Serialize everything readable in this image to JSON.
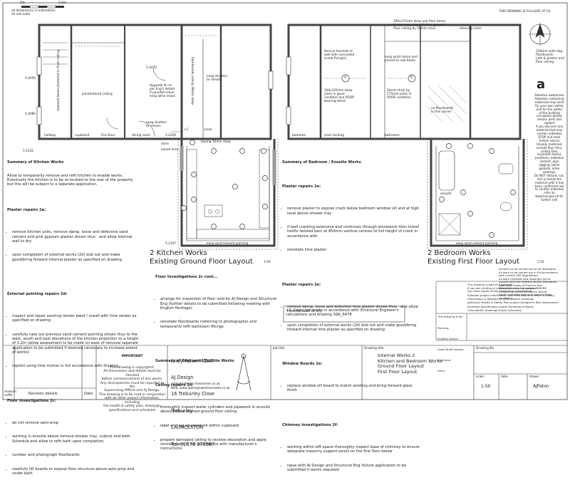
{
  "header": {
    "scale_bar_start": "0m",
    "scale_bar_end": "2.5m",
    "dims_note": "all dimensions in millimetres\ndo not scale",
    "fullsize_note": "THIS DRAWING IS FULLSIZE AT A3"
  },
  "ground_floor_labels": {
    "exposed_beam": "exposed beam plastered in flush ceiling",
    "plasterboard_ceiling": "plasterboard ceiling",
    "lintel_1": "5.4270",
    "lintel_2": "5.4050",
    "lintel_3": "5.4085",
    "upgrade_lintels": "Upgrade lin es\nper Eng's details\nif possible leave\nexsg lathe intact",
    "exsg_shutters_remain_1": "exsg shutters\nto remain",
    "exsg_shutters_remain_2": "exsg shutters\nto remain",
    "floorboards_ceiling": "floorboards ceiling 38mm deep",
    "cupboard": "cupboard",
    "hallway": "hallway",
    "dining_room": "dining room",
    "door_1": "Fire Door",
    "store": "store",
    "paved_area": "paved area",
    "boxing": "boxing 50mm deep",
    "level_1": "5.4122",
    "level_2": "5.4229",
    "level_3": "5.2347",
    "cover": "cover",
    "entry_marker": "+1",
    "sand_cement_pointing": "exsg sand cement pointing"
  },
  "first_floor_labels": {
    "beam_note": "290x175mm deep oak floor beam\n(beam may extend below ground\nfloor ceiling by 50mm max)",
    "dressing_room": "dressing room",
    "rescue_handrail": "Rescue handrail to\nwall with concealed\nscrew fixing(s)",
    "exsg_joists": "exsg joists tenon and\npinned to oak beam",
    "joist_1": "100x125mm deep\njoists in good\ncondition but POOR\nbearing detail",
    "joist_2": "50mm thick by\n175mm joists in\nPOOR condition",
    "no_floorboards": "no floorboards\nin this corner",
    "bedroom": "bedroom",
    "main_landing": "main landing",
    "bathroom": "bathroom",
    "ensuite": "ensuite",
    "floorboards_note": "150mm wide t&g\nfloorboards\nLath & plaster and\nfloor ceiling",
    "marker_a": "A",
    "marker_b": "B",
    "sand_cement_pointing": "exsg sand cement pointing"
  },
  "asbestos": {
    "symbol": "a",
    "text": "Asbestos awareness\nAsbestos containing\nmaterials may exist\nfor your own safety\nand for the safety\nof the building\noccupants please\nremain alert and\nvigilant\nif you discover any\nmaterial that may\ncontain asbestos\nSTOP and seek\nfurther advice\nUsually materials\ninclude floor tiles,\nceiling tiles,\ninsulation board,\npartitions, asbestos\ncement, pipe\nlagging, boiler\ngaskets, artex\ncoatings.\nDo NOT disturb, cut,\ndrill or break the\nmaterial until it has\nbeen confirmed not\nto contain asbestos\nrefer to\nwww.hse.gov.uk for\nfurther info"
  },
  "kitchen_works": {
    "summary_heading": "Summary of Kitchen Works",
    "summary": "Allow to temporarily remove and refit kitchen to enable works. Eventually the kitchen is to be re-located to the rear of the property but this will be subject to a separate application.",
    "plaster_heading": "Plaster repairs 2a:",
    "plaster_items": [
      "remove kitchen units, remove damp, loose and defective sand cement and pink gypsum plaster shown thus   and allow internal wall to dry",
      "upon completion of external works (2d) dub out and make good/bring forward internal plaster as specified on drawing"
    ],
    "external_heading": "External pointing repairs 2d:",
    "external_items": [
      "inspect and repair existing render band / inwall with lime render as specified on drawing",
      "carefully rake out previous sand cement pointing shown thus to the west, south and east elevations of the kitchen projection to a height of 1.2m (allow assessment to be made on ease of removal separate application to be submitted if deemed necessary to increase extent of works)",
      "repoint using lime mortar in full accordance with drawing"
    ],
    "floor_heading": "Floor investigations 2c:",
    "floor_items": [
      "do not remove aero-prop",
      "working in ensuite above remove shower tray, cubicle and bath. Schedule and allow to refit bath upon completion.",
      "number and photograph floorboards",
      "carefully lift boards to expose floor structure above aero prop and under bath"
    ]
  },
  "floor_inv_cont": {
    "heading": "Floor Investigations 2c cont...",
    "items": [
      "arrange for inspection of floor void by AJ Design and Structural Eng (further details to be submitted following meeting with English Heritage)",
      "reinstate floorboards (referring to photographs) and temporarily refit bathroom fittings"
    ],
    "summary_heading": "Summary of Bedroom / Ensuite Works",
    "ceiling_heading": "Ceiling repairs 2f:",
    "ceiling_items": [
      "thoroughly inspect water cylinders and pipework in ensuite above before stained ground floor ceiling",
      "label and lag all pipework within cupboard",
      "prepare damaged ceiling to receive decoration and apply sinister paint in full accordance with manufacturer's instructions"
    ]
  },
  "bedroom_works": {
    "summary_heading": "Summary of Bedroom / Ensuite Works",
    "plaster_heading": "Plaster repairs 2e:",
    "plaster_items": [
      "remove plaster to expose crack below bedroom window sill and at high level above shower tray",
      "if wall cracking extensive and continues through stonework then install helifix twisted bars at 450mm vertical centres to full height of crack in accordance with",
      "reinstate lime plaster"
    ],
    "plaster2_heading": "Plaster repairs 2e:",
    "plaster2_items": [
      "remove damp, loose and defective lime plaster shown thus   and allow internal wall to dry",
      "upon completion of external works (2d) dub out and make good/bring forward internal lime plaster as specified on drawing"
    ],
    "window_heading": "Window Boards 2e:",
    "window_items": [
      "replace window sill board to match existing and bring forward glass finish"
    ],
    "chimney_heading": "Chimney investigations 2f:",
    "chimney_items": [
      "working within loft space thoroughly inspect base of chimney to ensure adequate masonry support exists on the first floor below",
      "liaise with AJ Design and Structural Eng (future application to be submitted if works required)"
    ]
  },
  "titles": {
    "kitchen_title_1": "2 Kitchen Works",
    "kitchen_title_2": "Existing Ground Floor Layout",
    "kitchen_scale": "1:50",
    "bedroom_title_1": "2 Bedroom Works",
    "bedroom_title_2": "Existing First Floor Layout",
    "bedroom_scale": "1:50"
  },
  "notes_box": "+1  Carry out works in accordance with Structural Engineer's calculations and drawing SSN_6478",
  "right_notes": {
    "general": "All work to be carried out to UK Standards.\nAll work to be carried out in full accordance\nwith current HSE Regulations.\nAll work methods and materials are to\ncomply with the relevant British Standards,\nApproved Codes of Practice and\nManufacturer's Instructions.\nAll work to be carried out by skilled\ntrades and with regard to safe and tidy conditions.",
    "read_with": "This drawing is part of a package.\nIf you are printing or viewing this drawing, please ENSURE\nyou have copies of the information listed below:",
    "read_1": "Symbian project information, specifications and Health & Safety information is detailed on other project drawings",
    "read_2": "particular Health & Safety Plan project Designer's Risk Assessment",
    "read_3": "Schedule Specification and/or Schedule of Works",
    "read_4": "Consultants' drawings and/or schedules",
    "issued_for_label": "This drawing is for:",
    "issued_for_items": [
      "Planning",
      "Building Control",
      "Listed Build Consent",
      "Contractor",
      "Other"
    ]
  },
  "title_block": {
    "revision_label": "revision suffix",
    "revision_details": "Revision details",
    "date_label": "Date",
    "important_heading": "IMPORTANT",
    "important_text": "This drawing is copyright©\nAll dimensions and details must be checked\nbefore commencement of any works.\nAny discrepancies must be reported to the\nSupervising Officer and AJ Design.\nThis drawing is to be read in conjunction\nwith all other project information, including\nthe health & safety plan, drawings,\nspecifications and schedules",
    "company_line1": "Andy Paton MCIAT",
    "company_line2": "AJ Design",
    "company_line3": "16 Treburley Close",
    "company_line4": "Treburley",
    "company_line5": "LAUNCESTON",
    "company_tel": "Tel: 01579 370567",
    "company_email": "andy@ajdesign.freeonline.co.uk",
    "company_web": "Web: www.ajdesignwestcornwall.co.uk",
    "job_title_label": "Job title",
    "drawing_title_label": "Drawing title",
    "drawing_title": "Internal Works 2\nKitchen and Bedroom Works\nGround Floor Layout\nFirst Floor Layout",
    "drawing_no_label": "Drawing No",
    "scale_label": "scale",
    "scale": "1:50",
    "date_label2": "date",
    "drawn_label": "drawn",
    "drawn": "AJPaton"
  }
}
